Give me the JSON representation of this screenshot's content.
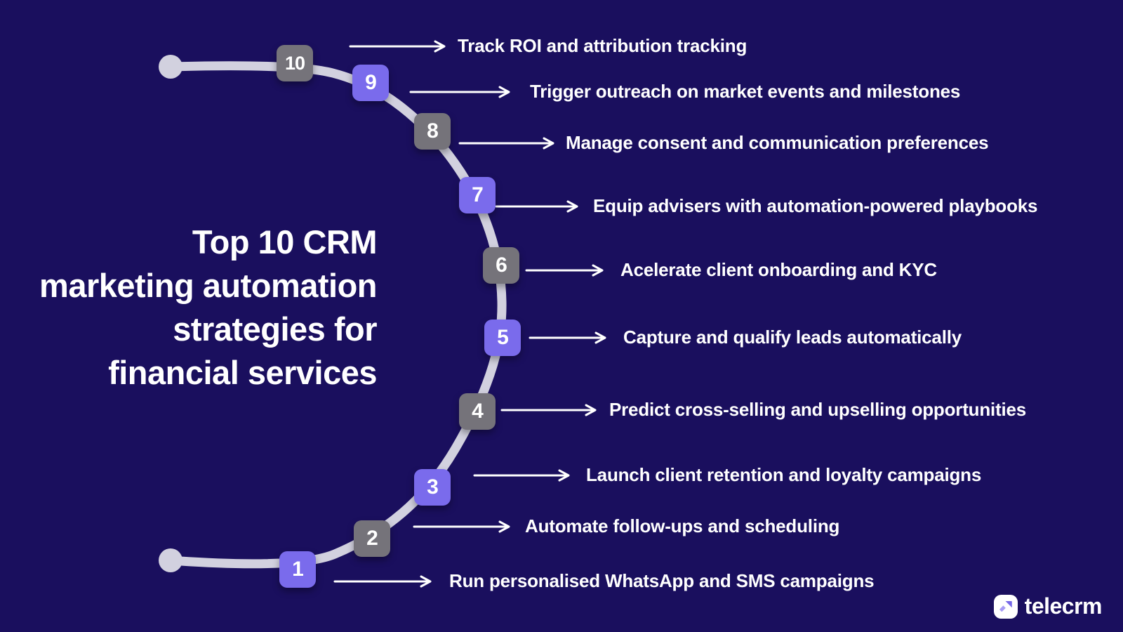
{
  "title": {
    "text": "Top 10 CRM marketing automation strategies for financial services",
    "lines": [
      "Top 10 CRM",
      "marketing automation",
      "strategies for",
      "financial services"
    ]
  },
  "items": [
    {
      "number": "1",
      "label": "Run personalised WhatsApp and SMS campaigns"
    },
    {
      "number": "2",
      "label": "Automate follow-ups and scheduling"
    },
    {
      "number": "3",
      "label": "Launch client retention and loyalty campaigns"
    },
    {
      "number": "4",
      "label": "Predict cross-selling and upselling opportunities"
    },
    {
      "number": "5",
      "label": "Capture and qualify leads automatically"
    },
    {
      "number": "6",
      "label": "Acelerate client onboarding and KYC"
    },
    {
      "number": "7",
      "label": "Equip advisers with automation-powered playbooks"
    },
    {
      "number": "8",
      "label": "Manage consent and communication preferences"
    },
    {
      "number": "9",
      "label": "Trigger outreach on market events and milestones"
    },
    {
      "number": "10",
      "label": "Track ROI and attribution tracking"
    }
  ],
  "brand": {
    "name": "telecrm"
  },
  "colors": {
    "background": "#1a0f5e",
    "badge_purple": "#7a6bec",
    "badge_gray": "#75737a",
    "path_line": "#d2d1df",
    "text": "#ffffff"
  }
}
